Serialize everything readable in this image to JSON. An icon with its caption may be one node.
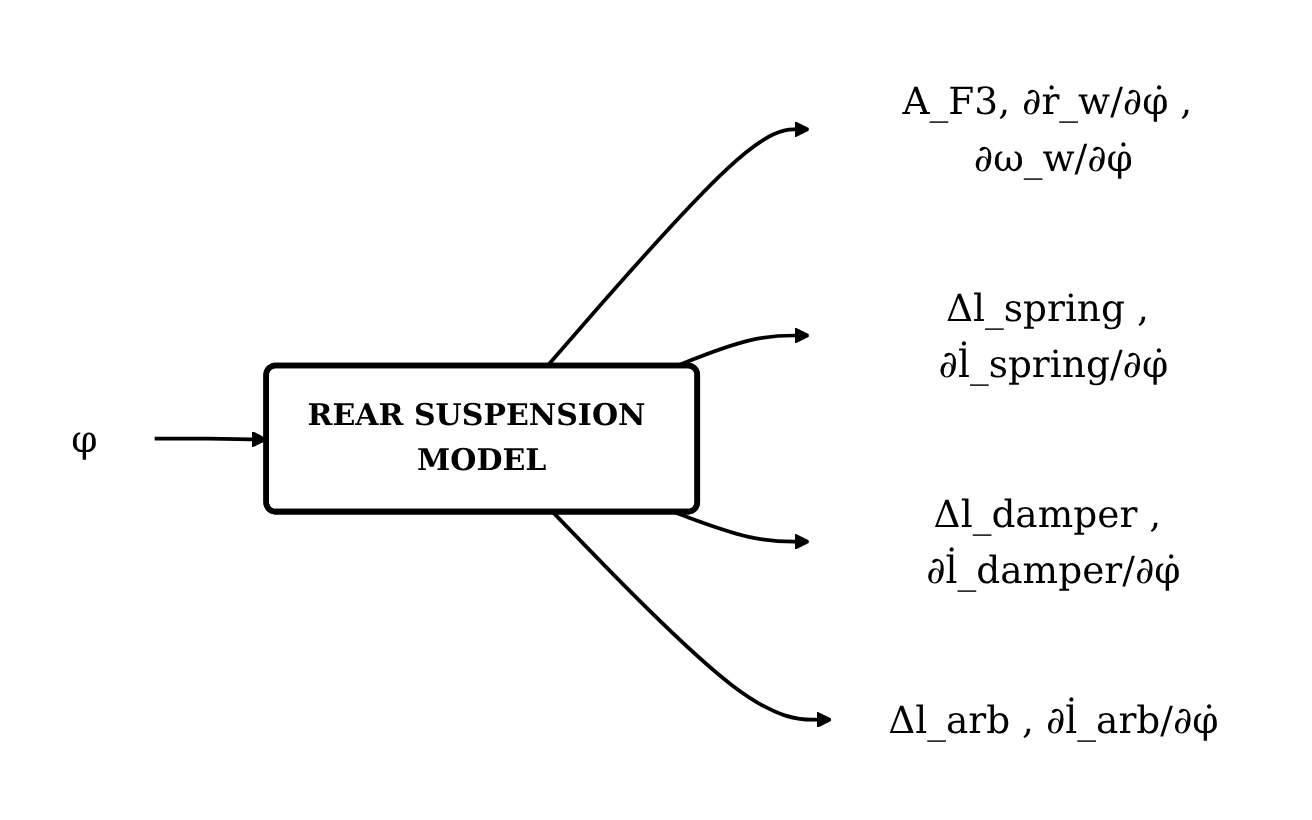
{
  "diagram": {
    "nodes": [
      {
        "text": [
          "φ"
        ]
      },
      {
        "text": [
          "REAR SUSPENSION MODEL"
        ]
      },
      {
        "text": [
          "A_F3, ∂ṙ_w/∂φ̇ , ∂ω_w/∂φ̇"
        ]
      },
      {
        "text": [
          "Δl_spring , ∂l̇_spring/∂φ̇"
        ]
      },
      {
        "text": [
          "Δl_damper , ∂l̇_damper/∂φ̇"
        ]
      },
      {
        "text": [
          "Δl_arb , ∂l̇_arb/∂φ̇"
        ]
      }
    ],
    "edges": [
      {
        "from": 0,
        "to": 1,
        "arrow": "to"
      },
      {
        "from": 1,
        "to": 2,
        "arrow": "to"
      },
      {
        "from": 1,
        "to": 3,
        "arrow": "to"
      },
      {
        "from": 1,
        "to": 4,
        "arrow": "to"
      },
      {
        "from": 1,
        "to": 5,
        "arrow": "to"
      }
    ]
  }
}
